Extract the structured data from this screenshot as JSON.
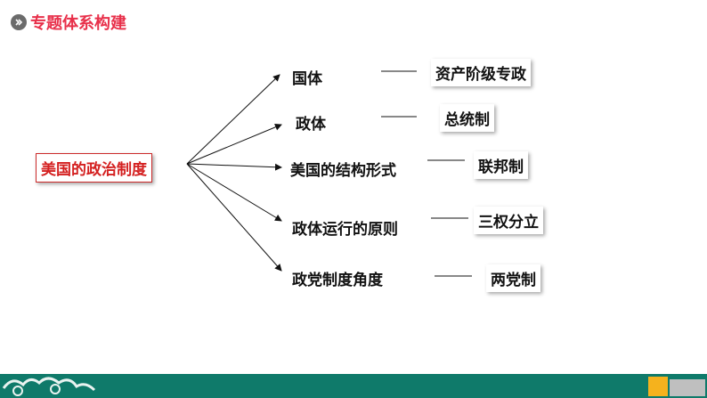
{
  "header": {
    "title": "专题体系构建"
  },
  "diagram": {
    "root": "美国的政治制度",
    "branches": [
      {
        "label": "国体",
        "value": "资产阶级专政"
      },
      {
        "label": "政体",
        "value": "总统制"
      },
      {
        "label": "美国的结构形式",
        "value": "联邦制"
      },
      {
        "label": "政体运行的原则",
        "value": "三权分立"
      },
      {
        "label": "政党制度角度",
        "value": "两党制"
      }
    ]
  },
  "colors": {
    "accent": "#e8304a",
    "footer": "#0f7a6a",
    "square": "#f5b21d"
  }
}
